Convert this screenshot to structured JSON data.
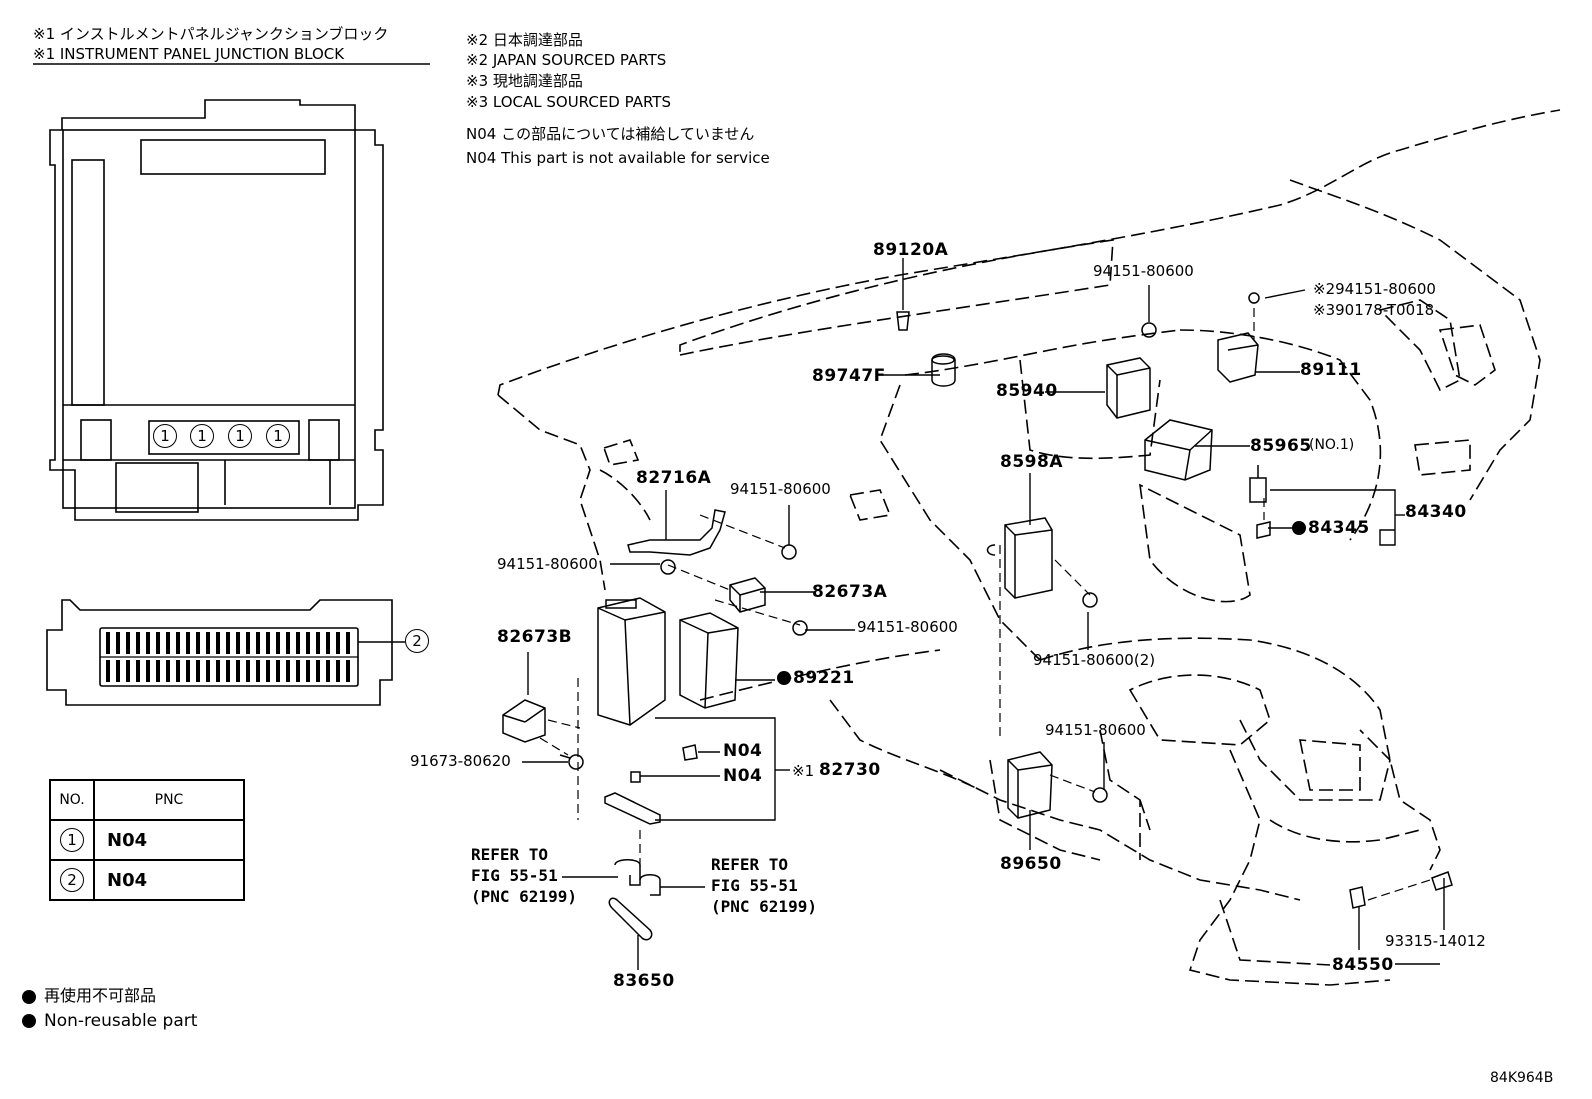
{
  "header": {
    "note1_jp": "※1 インストルメントパネルジャンクションブロック",
    "note1_en": "※1 INSTRUMENT PANEL JUNCTION BLOCK",
    "note2_jp": "※2 日本調達部品",
    "note2_en": "※2 JAPAN SOURCED PARTS",
    "note3_jp": "※3 現地調達部品",
    "note3_en": "※3 LOCAL SOURCED PARTS",
    "n04_jp": "N04  この部品については補給していません",
    "n04_en": "N04  This part is not available for service"
  },
  "junction_block": {
    "callouts": [
      "1",
      "1",
      "1",
      "1"
    ],
    "connector_callout": "2"
  },
  "pnc_table": {
    "header_no": "NO.",
    "header_pnc": "PNC",
    "rows": [
      {
        "no": "1",
        "pnc": "N04"
      },
      {
        "no": "2",
        "pnc": "N04"
      }
    ]
  },
  "legend": {
    "jp": "再使用不可部品",
    "en": "Non-reusable part"
  },
  "part_labels": {
    "p89120A": "89120A",
    "p94151_top": "94151-80600",
    "p_star2": "※294151-80600",
    "p_star3": "※390178-T0018",
    "p89747F": "89747F",
    "p85940": "85940",
    "p89111": "89111",
    "p85965": "85965",
    "p85965_no": "(NO.1)",
    "p8598A": "8598A",
    "p82716A": "82716A",
    "p94151_b": "94151-80600",
    "p94151_c": "94151-80600",
    "p84340": "84340",
    "p84345": "84345",
    "p82673A": "82673A",
    "p94151_d": "94151-80600",
    "p82673B": "82673B",
    "p94151_e": "94151-80600(2)",
    "p89221": "89221",
    "p94151_f": "94151-80600",
    "p91673": "91673-80620",
    "pN04a": "N04",
    "pN04b": "N04",
    "p82730_mark": "※1",
    "p82730": "82730",
    "p89650": "89650",
    "refer1_a": "REFER TO",
    "refer1_b": "FIG 55-51",
    "refer1_c": "(PNC 62199)",
    "refer2_a": "REFER TO",
    "refer2_b": "FIG 55-51",
    "refer2_c": "(PNC 62199)",
    "p83650": "83650",
    "p84550": "84550",
    "p93315": "93315-14012"
  },
  "footer": {
    "code": "84K964B"
  }
}
